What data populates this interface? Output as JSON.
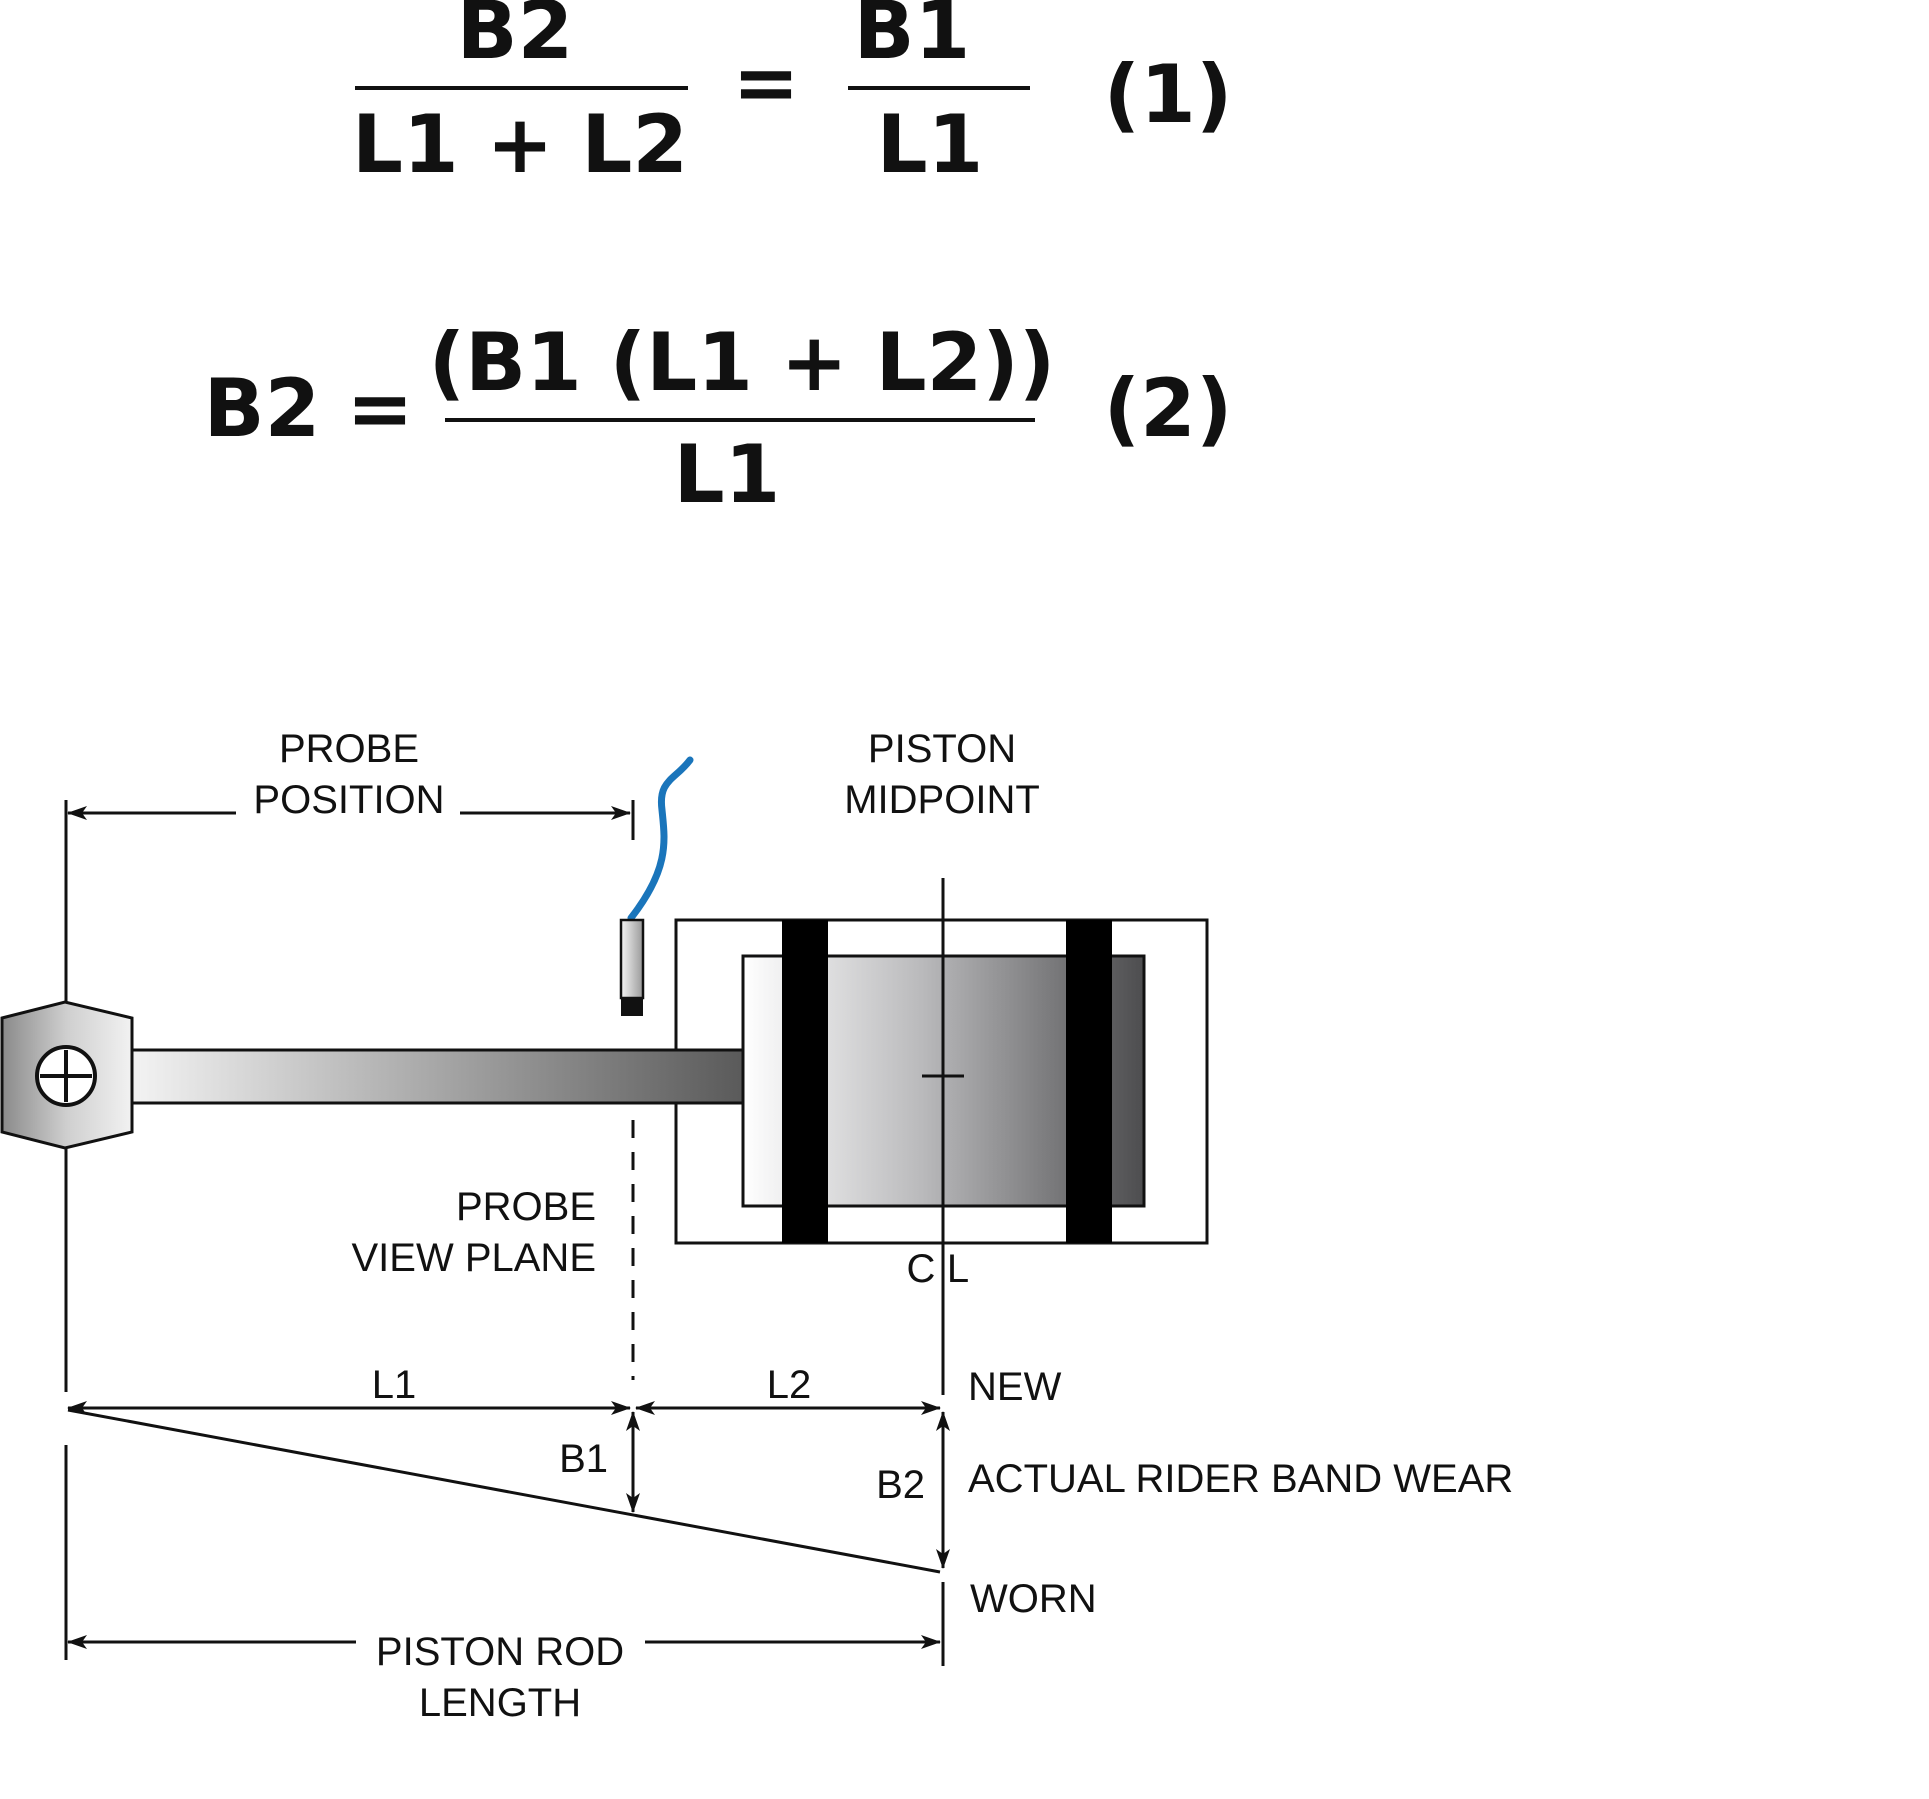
{
  "equation1": {
    "numerator_left": "B2",
    "denominator_left": "L1 + L2",
    "equals": "=",
    "numerator_right": "B1",
    "denominator_right": "L1",
    "number": "(1)"
  },
  "equation2": {
    "lhs": "B2",
    "equals": "=",
    "numerator": "(B1 (L1 + L2))",
    "denominator": "L1",
    "number": "(2)"
  },
  "labels": {
    "probe_position_line1": "PROBE",
    "probe_position_line2": "POSITION",
    "piston_midpoint_line1": "PISTON",
    "piston_midpoint_line2": "MIDPOINT",
    "probe_view_plane_line1": "PROBE",
    "probe_view_plane_line2": "VIEW PLANE",
    "centerline_c": "C",
    "centerline_l": "L",
    "l1": "L1",
    "l2": "L2",
    "b1": "B1",
    "b2": "B2",
    "new": "NEW",
    "actual_rider_band_wear": "ACTUAL RIDER BAND WEAR",
    "worn": "WORN",
    "piston_rod_length_line1": "PISTON ROD",
    "piston_rod_length_line2": "LENGTH"
  },
  "colors": {
    "ink": "#111111",
    "probe_cable": "#1a75bb",
    "rider_band": "#000000"
  }
}
